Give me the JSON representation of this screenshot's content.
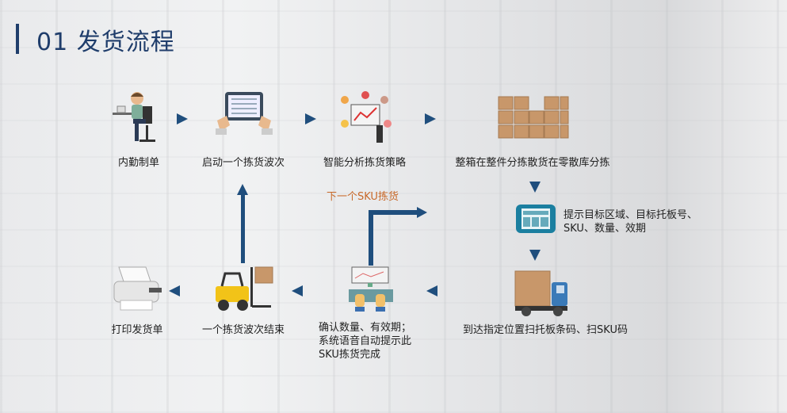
{
  "title": "01 发货流程",
  "steps": {
    "s1": "内勤制单",
    "s2": "启动一个拣货波次",
    "s3": "智能分析拣货策略",
    "s4": "整箱在整件分拣散货在零散库分拣",
    "s5_line1": "提示目标区域、目标托板号、",
    "s5_line2": "SKU、数量、效期",
    "s6": "到达指定位置扫托板条码、扫SKU码",
    "s7_line1": "确认数量、有效期；",
    "s7_line2": "系统语音自动提示此",
    "s7_line3": "SKU拣货完成",
    "s8": "一个拣货波次结束",
    "s9": "打印发货单"
  },
  "loop_label": "下一个SKU拣货",
  "colors": {
    "title": "#1f3d6b",
    "arrow": "#1f4e7d",
    "loop_label": "#c8692a"
  }
}
